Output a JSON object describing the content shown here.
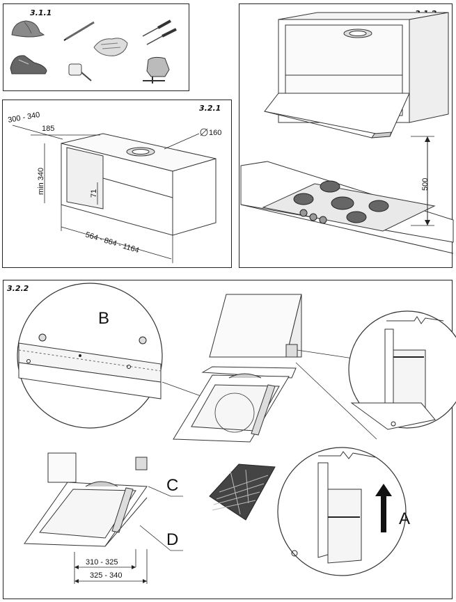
{
  "panels": {
    "p311": {
      "label": "3.1.1"
    },
    "p312": {
      "label": "3.1.2"
    },
    "p321": {
      "label": "3.2.1"
    },
    "p322": {
      "label": "3.2.2"
    }
  },
  "dims": {
    "depth_range": "300 - 340",
    "depth_inner": "185",
    "duct_diameter": "160",
    "min_height": "min 340",
    "recess": "71",
    "width_range": "564 - 864 - 1164",
    "hob_distance": "500",
    "size_c": "310 - 325",
    "size_d": "325 - 340"
  },
  "callouts": {
    "b": "B",
    "c": "C",
    "d": "D",
    "a": "A"
  },
  "icons": [
    "helmet-icon",
    "pencil-icon",
    "gloves-icon",
    "screwdrivers-icon",
    "safety-shoes-icon",
    "tape-measure-icon",
    "jigsaw-icon"
  ]
}
